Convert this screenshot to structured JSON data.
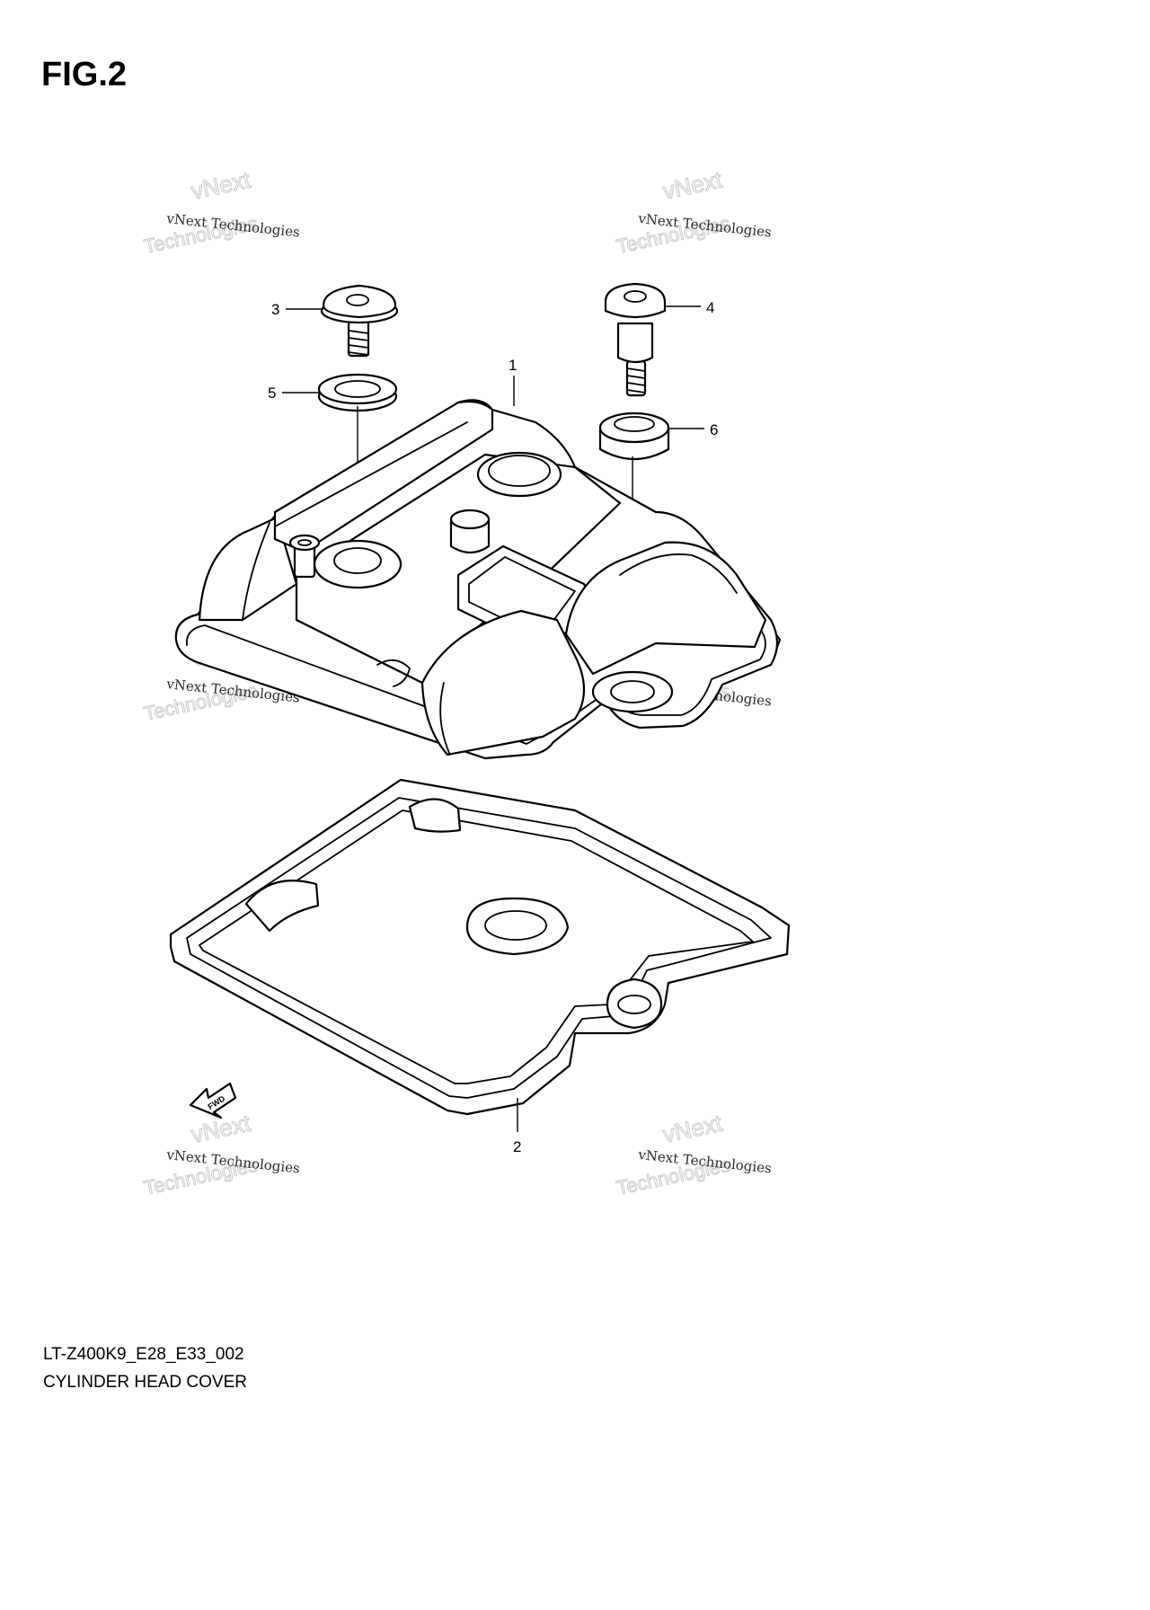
{
  "figure": {
    "title": "FIG.2"
  },
  "callouts": [
    {
      "id": "1",
      "label": "1"
    },
    {
      "id": "2",
      "label": "2"
    },
    {
      "id": "3",
      "label": "3"
    },
    {
      "id": "4",
      "label": "4"
    },
    {
      "id": "5",
      "label": "5"
    },
    {
      "id": "6",
      "label": "6"
    }
  ],
  "direction_arrow": {
    "label": "FWD"
  },
  "watermark": {
    "line1": "vNext Technologies",
    "line2": "vNext",
    "line3": "Technologies"
  },
  "footer": {
    "code": "LT-Z400K9_E28_E33_002",
    "name": "CYLINDER HEAD COVER"
  }
}
